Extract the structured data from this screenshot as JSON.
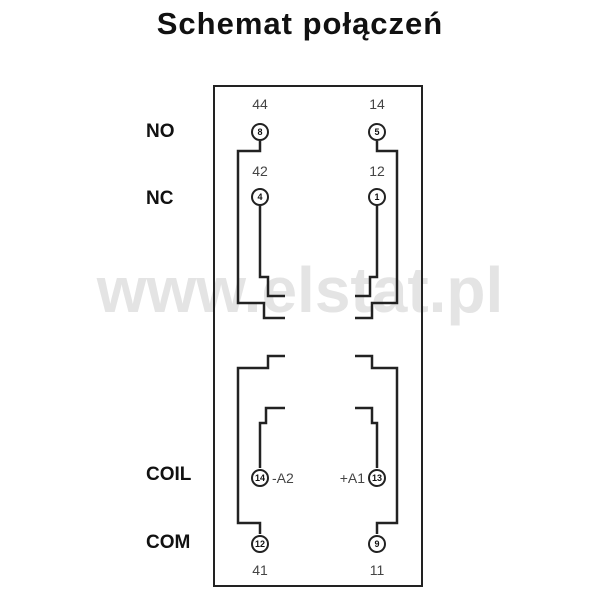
{
  "title": "Schemat połączeń",
  "watermark": "www.elstat.pl",
  "side_labels": {
    "no": "NO",
    "nc": "NC",
    "coil": "COIL",
    "com": "COM"
  },
  "pins": {
    "no_left": {
      "terminal": "44",
      "pin": "8"
    },
    "no_right": {
      "terminal": "14",
      "pin": "5"
    },
    "nc_left": {
      "terminal": "42",
      "pin": "4"
    },
    "nc_right": {
      "terminal": "12",
      "pin": "1"
    },
    "coil_left": {
      "pin": "14",
      "label": "-A2"
    },
    "coil_right": {
      "pin": "13",
      "label": "+A1"
    },
    "com_left": {
      "pin": "12",
      "terminal": "41"
    },
    "com_right": {
      "pin": "9",
      "terminal": "11"
    }
  }
}
